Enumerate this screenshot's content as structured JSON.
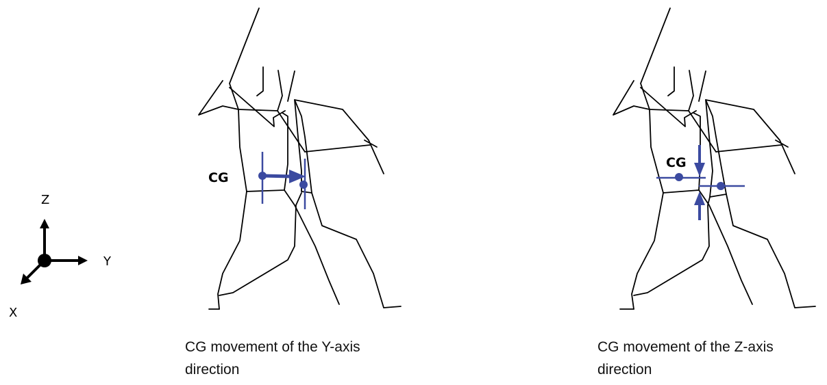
{
  "axes": {
    "z_label": "Z",
    "y_label": "Y",
    "x_label": "X"
  },
  "panels": [
    {
      "cg_label": "CG",
      "caption": "CG movement of the Y-axis direction",
      "movement_axis": "Y"
    },
    {
      "cg_label": "CG",
      "caption": "CG movement of the Z-axis direction",
      "movement_axis": "Z"
    }
  ],
  "colors": {
    "figure": "#000000",
    "marker": "#3b4aa0"
  }
}
